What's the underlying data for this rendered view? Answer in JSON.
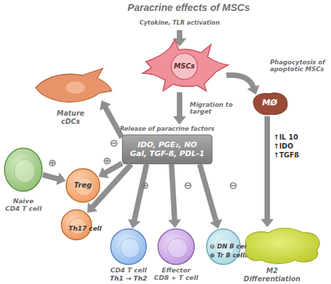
{
  "diagram": {
    "title": "Paracrine effects of MSCs",
    "nodes": [
      {
        "text": [
          "MSCs"
        ]
      },
      {
        "text": [
          "Mature cDCs"
        ]
      },
      {
        "text": [
          "MØ"
        ]
      },
      {
        "text": [
          "Release of paracrine factors",
          "IDO, PGE₂, NO Gal, TGF-ß, PDL-1"
        ]
      },
      {
        "text": [
          "Naive CD4 T cell"
        ]
      },
      {
        "text": [
          "Treg"
        ]
      },
      {
        "text": [
          "Th17 cell"
        ]
      },
      {
        "text": [
          "CD4 T cell",
          "Th1 → Th2"
        ]
      },
      {
        "text": [
          "Effector CD8 + T cell"
        ]
      },
      {
        "text": [
          "⊖ DN B cells",
          "⊕ Tr B cells"
        ]
      },
      {
        "text": [
          "M2 Differentiation"
        ]
      }
    ],
    "edges": [
      {
        "from": 0,
        "to": 3,
        "arrow": "to",
        "label": "Migration to target"
      },
      {
        "from": 0,
        "to": 2,
        "arrow": "to",
        "label": "Phagocytosis of apoptotic MSCs"
      },
      {
        "from": 2,
        "to": 10,
        "arrow": "to"
      },
      {
        "from": 3,
        "to": 1,
        "arrow": "to",
        "label": "⊖"
      },
      {
        "from": 4,
        "to": 5,
        "arrow": "to",
        "label": "⊕"
      },
      {
        "from": 3,
        "to": 5,
        "arrow": "to",
        "label": "⊕"
      },
      {
        "from": 3,
        "to": 6,
        "arrow": "to"
      },
      {
        "from": 3,
        "to": 7,
        "arrow": "to",
        "label": "⊕"
      },
      {
        "from": 3,
        "to": 8,
        "arrow": "to",
        "label": "⊖"
      },
      {
        "from": 3,
        "to": 9,
        "arrow": "to",
        "label": "⊖"
      }
    ],
    "labels": [
      "Cytokine, TLR activation",
      "↑IL 10",
      "↑IDO",
      "↑TGFß"
    ]
  }
}
